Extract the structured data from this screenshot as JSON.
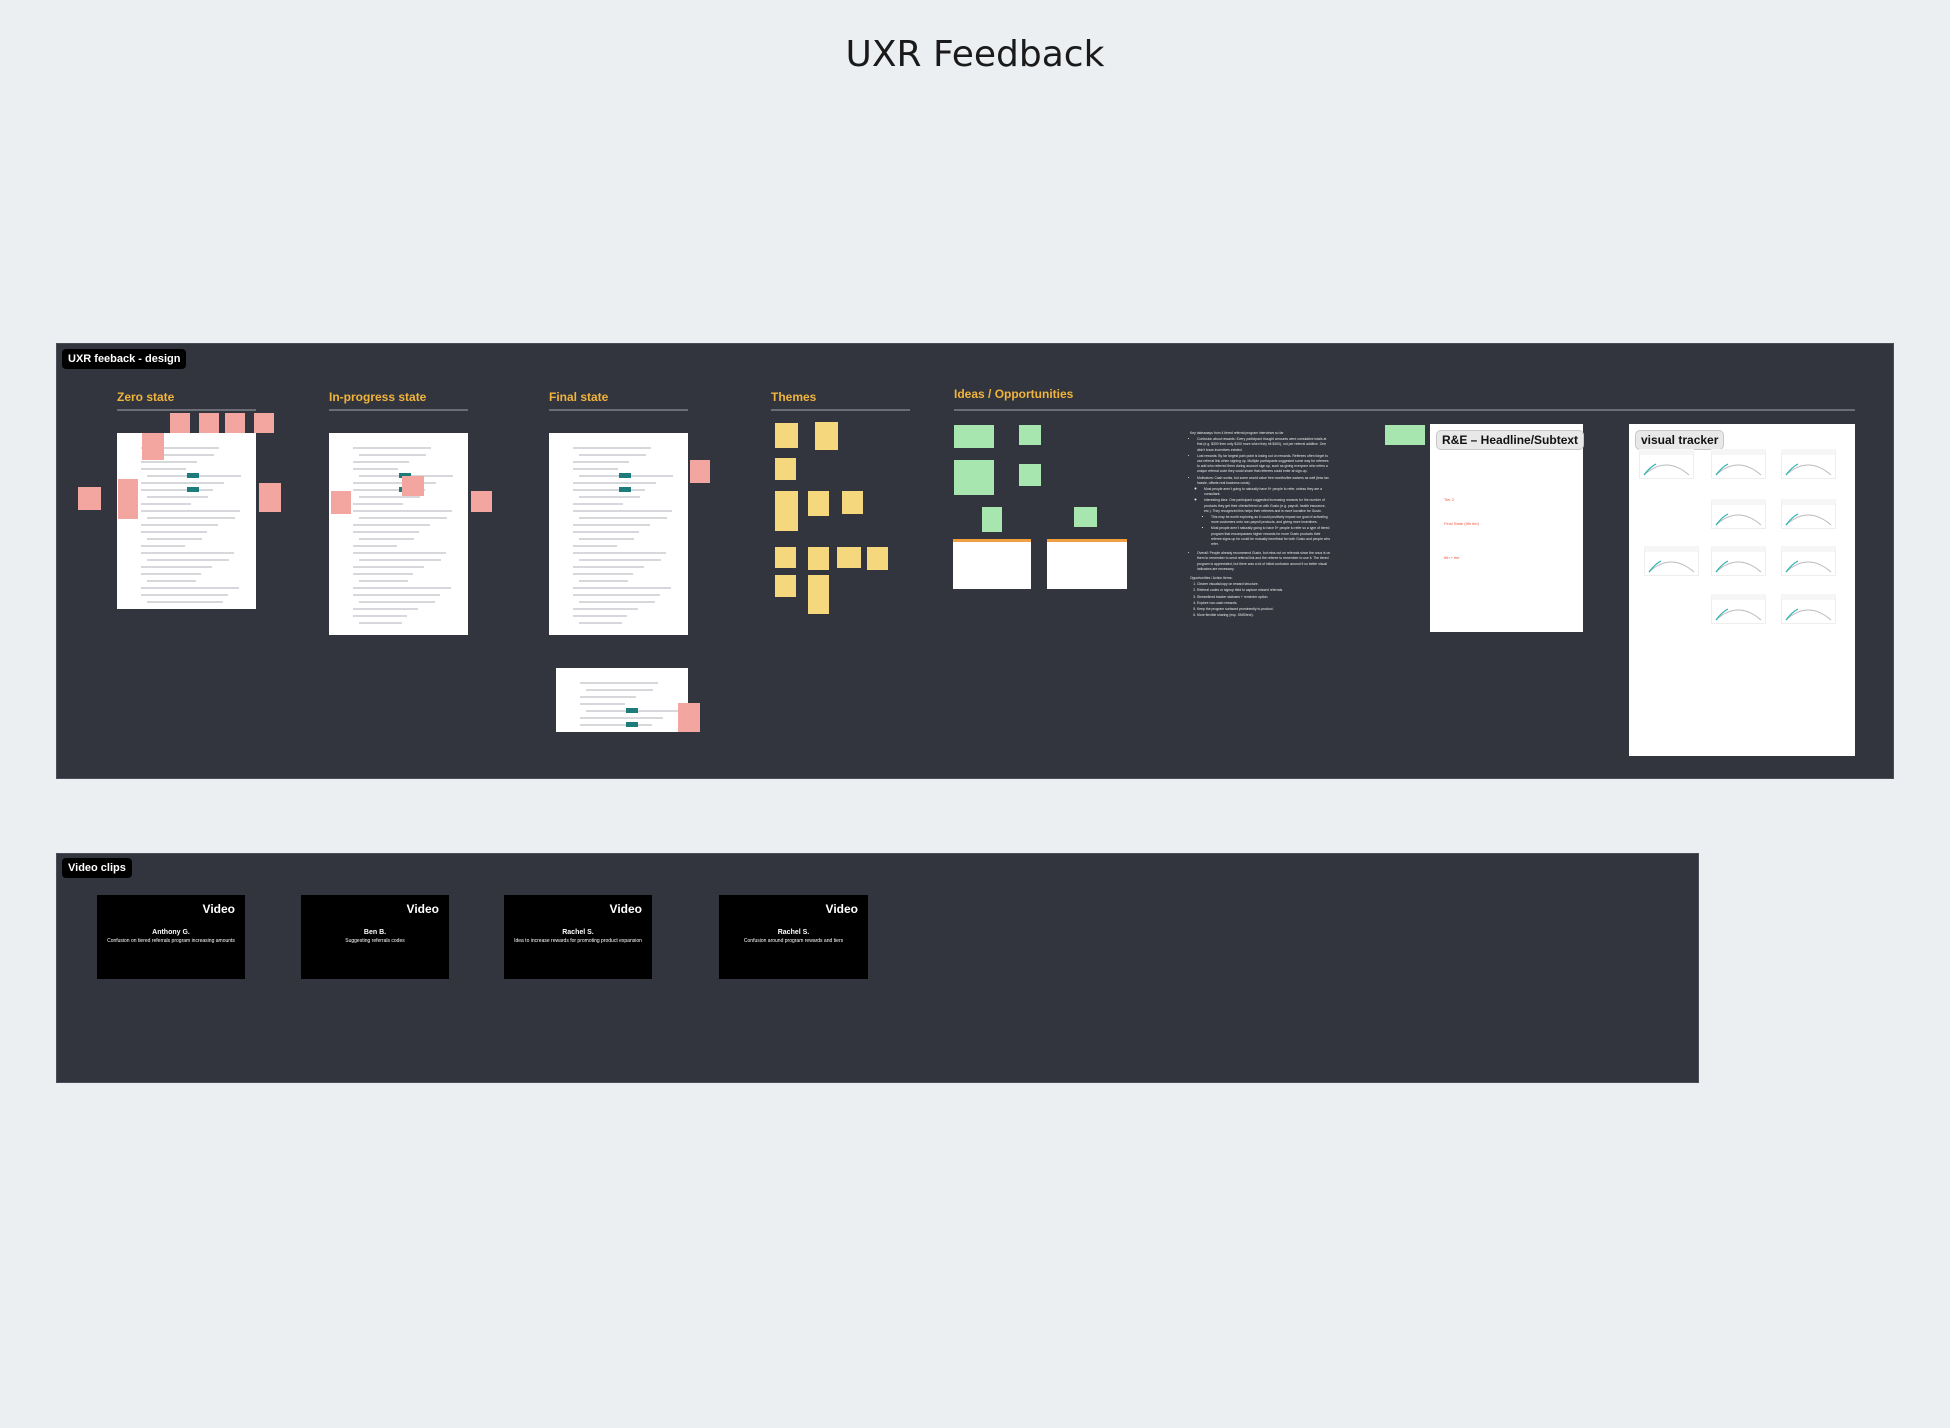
{
  "page_title": "UXR Feedback",
  "design_frame": {
    "label": "UXR feeback - design",
    "sections": [
      "Zero state",
      "In-progress state",
      "Final state",
      "Themes",
      "Ideas / Opportunities"
    ],
    "notes": {
      "heading": "Key takeaways from 4 tiered referral program interviews so far",
      "bullets": [
        "Confusion about rewards: Every participant thought amounts were cumulative totals at first (e.g. $300 then only $100 more when they hit $400), not per referral additive. One didn't know incentives existed.",
        "Lost rewards: By far largest pain point is losing out on rewards. Referees often forget to use referral link when signing up. Multiple participants suggested some way for referees to add who referred them during account sign up, such as giving everyone who refers a unique referral code they could share that referees could enter at sign-up.",
        "Motivators: Cash works, but some would value free months/fee waivers as well (less tax hassle, offsets real business costs)."
      ],
      "sub_bullets": [
        "Most people aren't going to naturally have 5+ people to refer, unless they are a consultant.",
        "Interesting idea: One participant suggested increasing rewards for the number of products they get their clients/friend on with Gusto (e.g. payroll, health insurance, etc.). They recognized this helps their referees and is more lucrative for Gusto."
      ],
      "sub_sub_bullets": [
        "This may be worth exploring as it could positively impact our goal of activating more customers onto non-payroll products, and giving more incentives.",
        "Most people aren't naturally going to have 5+ people to refer so a type of tiered program that encompasses higher rewards for more Gusto products their referee signs up for could be mutually beneficial for both Gusto and people who refer."
      ],
      "overall": "Overall: People already recommend Gusto, but miss out on referrals since the onus is on them to remember to send referral link and the referee to remember to use it. The tiered program is appreciated, but there was a lot of initial confusion around it so better visual indicators are necessary.",
      "actions_heading": "Opportunities / Action Items:",
      "actions": [
        "Clearer visuals/copy on reward structure.",
        "Referral codes or signup field to capture missed referrals.",
        "Streamlined tracker statuses + reminder option.",
        "Explore non-cash rewards.",
        "Keep the program surfaced prominently in-product.",
        "More flexible sharing (esp. SMS/text)."
      ]
    },
    "re_panel": {
      "title": "R&E – Headline/Subtext",
      "tier2": "Tier 2",
      "final": "Final State (5th tier)",
      "sixth": "6th + tier"
    },
    "tracker_panel": {
      "title": "visual tracker"
    }
  },
  "video_frame": {
    "label": "Video clips",
    "clips": [
      {
        "tag": "Video",
        "name": "Anthony G.",
        "desc": "Confusion on tiered referrals program increasing amounts"
      },
      {
        "tag": "Video",
        "name": "Ben B.",
        "desc": "Suggesting referrals codes"
      },
      {
        "tag": "Video",
        "name": "Rachel S.",
        "desc": "Idea to increase rewards for promoting product expansion"
      },
      {
        "tag": "Video",
        "name": "Rachel S.",
        "desc": "Confusion around program rewards and tiers"
      }
    ]
  },
  "colors": {
    "canvas": "#eceff2",
    "frame": "#32353d",
    "section_heading": "#f0b43c",
    "sticky_yellow": "#f5d77e",
    "sticky_pink": "#f3a5a0",
    "sticky_green": "#a8e6b0",
    "accent_red": "#f0553c"
  }
}
